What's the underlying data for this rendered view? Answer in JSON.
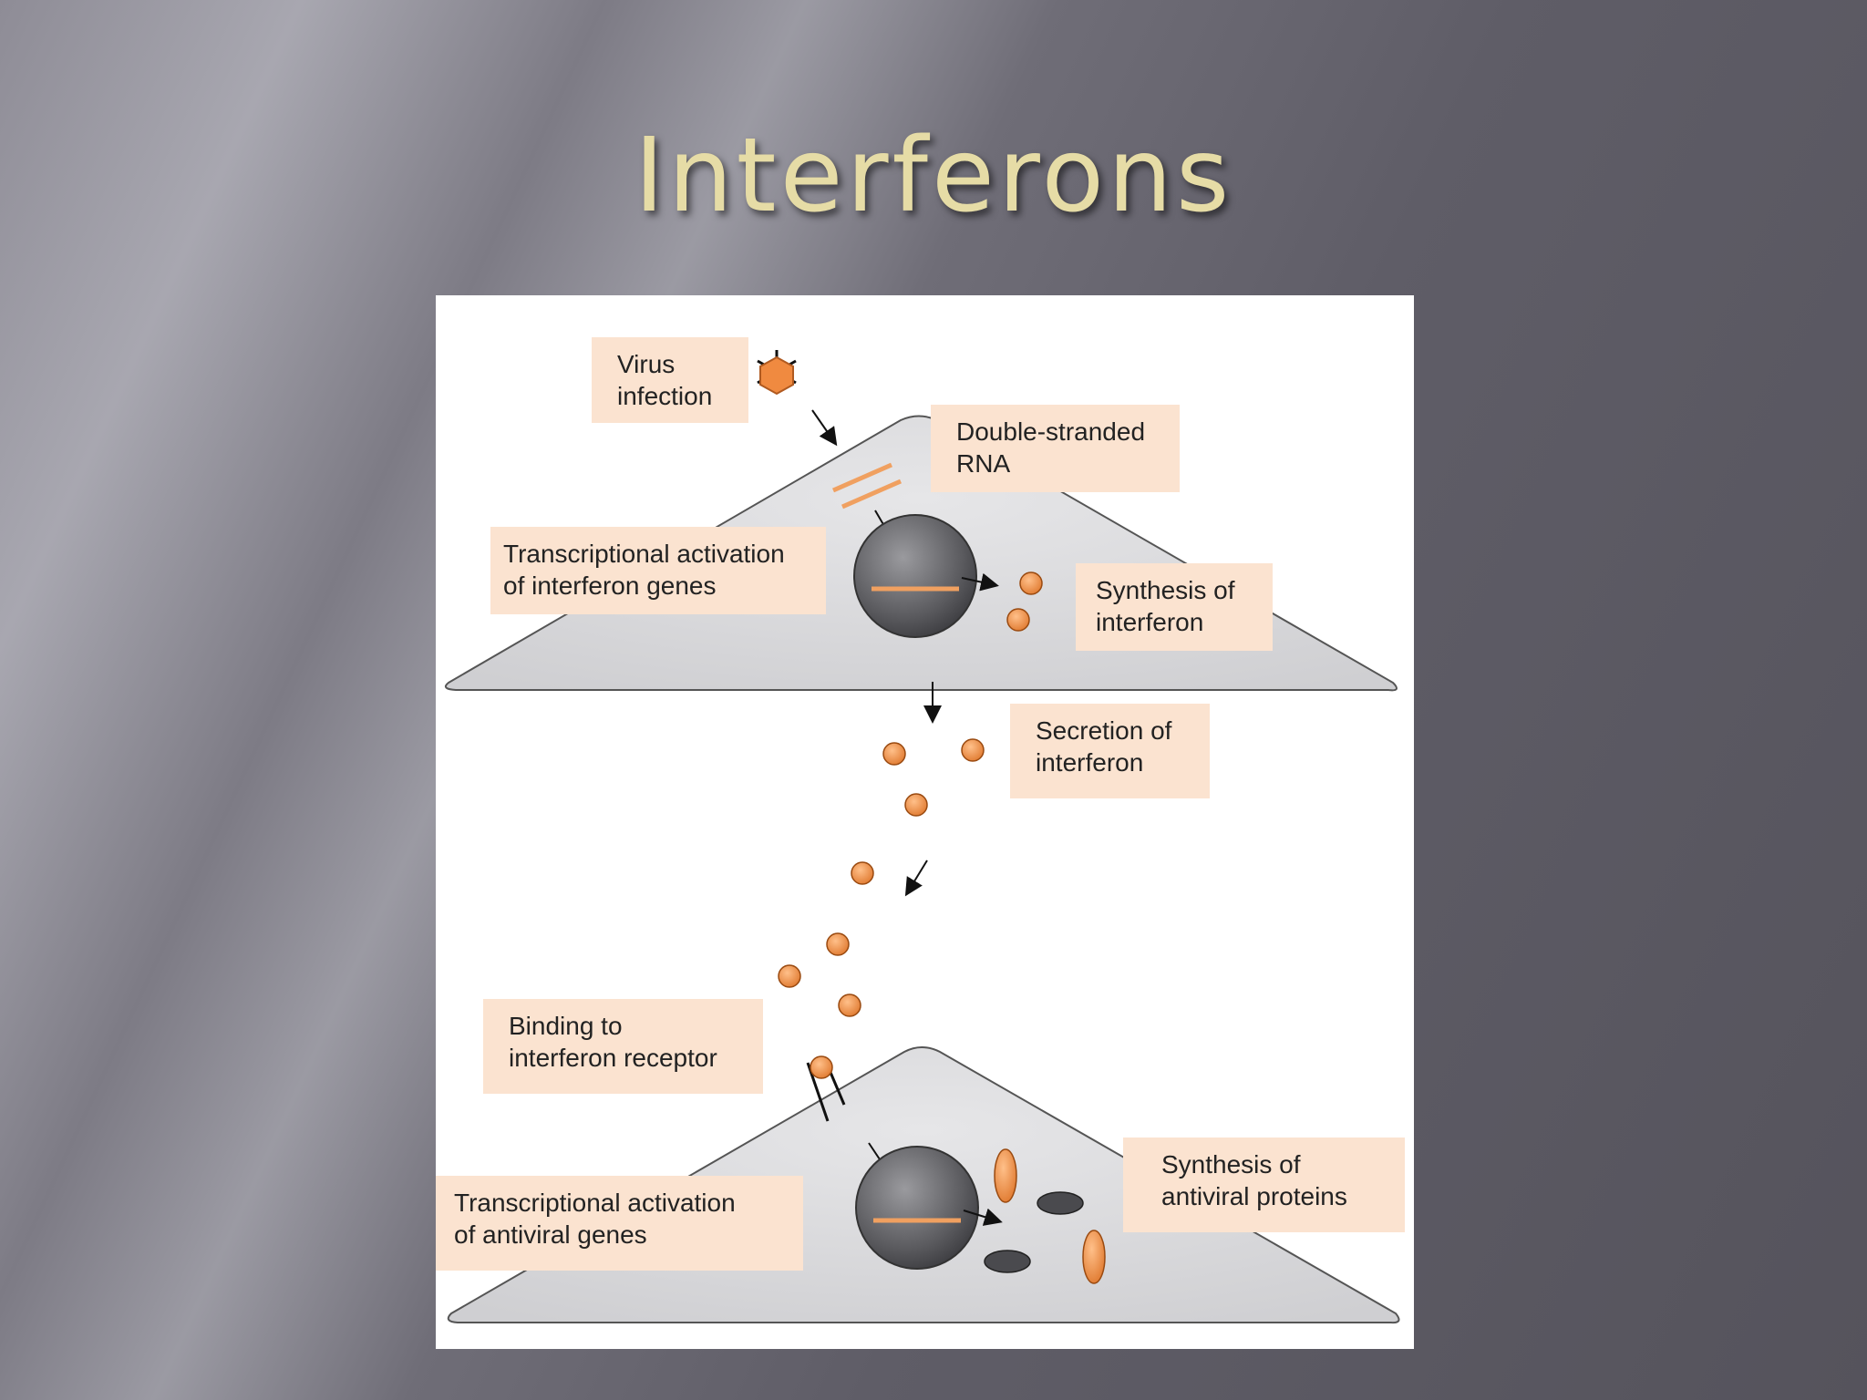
{
  "slide": {
    "title": "Interferons"
  },
  "diagram": {
    "labels": {
      "virus_infection": [
        "Virus",
        "infection"
      ],
      "double_stranded_rna": [
        "Double-stranded",
        "RNA"
      ],
      "transcription_interferon": [
        "Transcriptional activation",
        "of interferon genes"
      ],
      "synthesis_interferon": [
        "Synthesis of",
        "interferon"
      ],
      "secretion_interferon": [
        "Secretion of",
        "interferon"
      ],
      "binding_receptor": [
        "Binding to",
        "interferon receptor"
      ],
      "transcription_antiviral": [
        "Transcriptional activation",
        "of antiviral genes"
      ],
      "synthesis_antiviral": [
        "Synthesis of",
        "antiviral proteins"
      ]
    },
    "colors": {
      "label_background": "#fbe3d0",
      "interferon_particle": "#f0a060",
      "cell_fill": "#dcdcde",
      "nucleus": "#6b6b6f"
    }
  }
}
